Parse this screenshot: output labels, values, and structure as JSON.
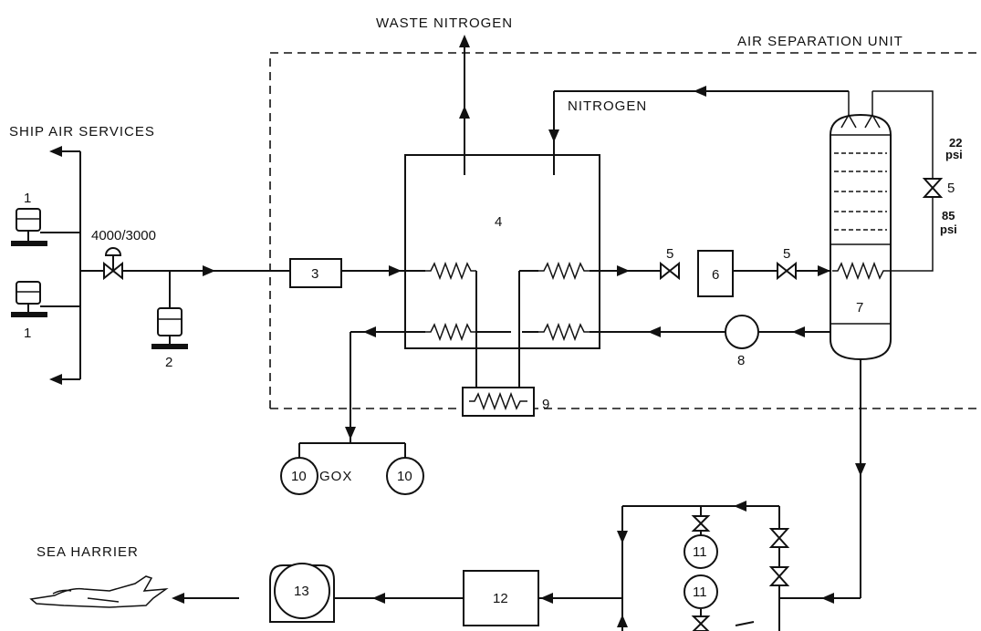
{
  "labels": {
    "waste_nitrogen": "WASTE NITROGEN",
    "air_separation_unit": "AIR SEPARATION UNIT",
    "nitrogen": "NITROGEN",
    "ship_air_services": "SHIP AIR SERVICES",
    "pressure_setting": "4000/3000",
    "gox": "GOX",
    "sea_harrier": "SEA HARRIER"
  },
  "pressures": {
    "top_value": "22",
    "top_unit": "psi",
    "bottom_value": "85",
    "bottom_unit": "psi"
  },
  "numbers": {
    "n1": "1",
    "n2": "2",
    "n3": "3",
    "n4": "4",
    "n5": "5",
    "n6": "6",
    "n7": "7",
    "n8": "8",
    "n9": "9",
    "n10": "10",
    "n11": "11",
    "n12": "12",
    "n13": "13"
  }
}
